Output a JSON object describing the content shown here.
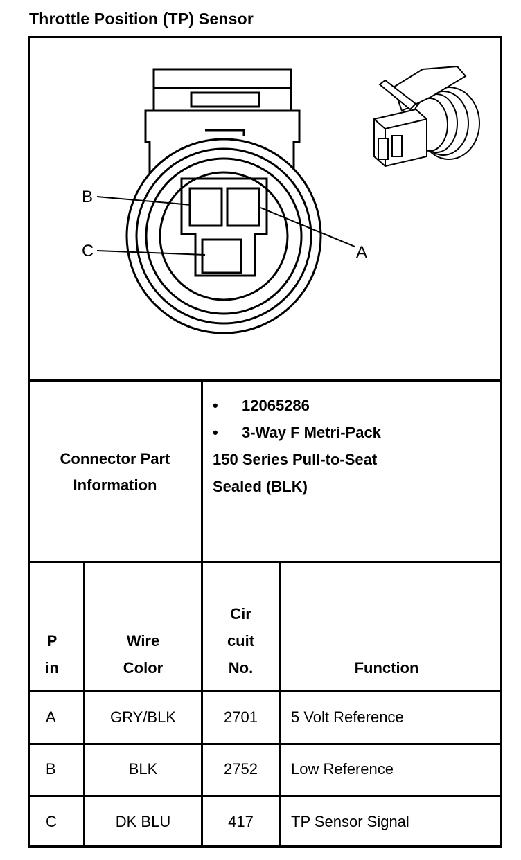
{
  "title": "Throttle Position (TP) Sensor",
  "diagram": {
    "pin_labels": [
      "A",
      "B",
      "C"
    ]
  },
  "connector_info": {
    "label_line1": "Connector Part",
    "label_line2": "Information",
    "bullets": [
      "12065286",
      "3-Way F Metri-Pack"
    ],
    "lines": [
      "150 Series Pull-to-Seat",
      "Sealed (BLK)"
    ]
  },
  "table": {
    "headers": {
      "pin": [
        "P",
        "in"
      ],
      "wire_color": [
        "Wire",
        "Color"
      ],
      "circuit": [
        "Cir",
        "cuit",
        "No."
      ],
      "function": "Function"
    },
    "rows": [
      {
        "pin": "A",
        "wire_color": "GRY/BLK",
        "circuit": "2701",
        "function": "5 Volt Reference"
      },
      {
        "pin": "B",
        "wire_color": "BLK",
        "circuit": "2752",
        "function": "Low Reference"
      },
      {
        "pin": "C",
        "wire_color": "DK BLU",
        "circuit": "417",
        "function": "TP Sensor Signal"
      }
    ]
  }
}
